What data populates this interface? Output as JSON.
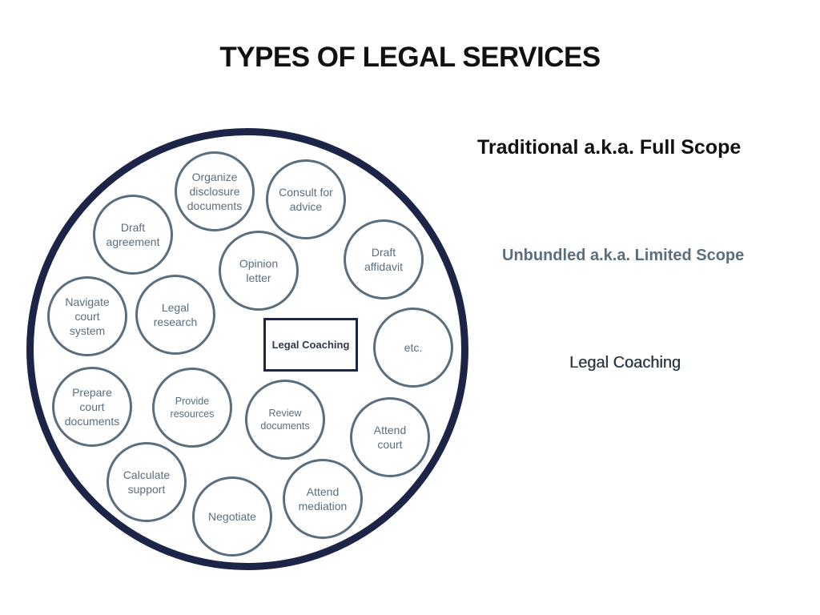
{
  "title": "TYPES OF LEGAL SERVICES",
  "diagram": {
    "center_label": "Legal Coaching",
    "services": [
      "Organize\ndisclosure\ndocuments",
      "Consult for\nadvice",
      "Draft\nagreement",
      "Draft\naffidavit",
      "Opinion\nletter",
      "Navigate\ncourt\nsystem",
      "Legal\nresearch",
      "etc.",
      "Prepare\ncourt\ndocuments",
      "Provide\nresources",
      "Review\ndocuments",
      "Attend\ncourt",
      "Calculate\nsupport",
      "Negotiate",
      "Attend\nmediation"
    ]
  },
  "legend": {
    "traditional": "Traditional a.k.a. Full Scope",
    "unbundled": "Unbundled a.k.a. Limited Scope",
    "coaching": "Legal Coaching"
  },
  "colors": {
    "outer_ring": "#1c2448",
    "bubble": "#5b6e7e",
    "title": "#111111"
  }
}
